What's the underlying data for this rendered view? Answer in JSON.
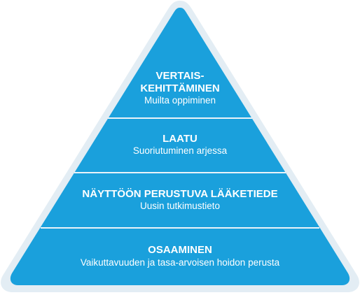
{
  "colors": {
    "outline": "#e3edf4",
    "fill": "#1aa0dc",
    "divider": "#e9f3f9",
    "text": "#ffffff"
  },
  "pyramid": {
    "levels": [
      {
        "title_line1": "VERTAIS-",
        "title_line2": "KEHITTÄMINEN",
        "subtitle": "Muilta oppiminen"
      },
      {
        "title": "LAATU",
        "subtitle": "Suoriutuminen arjessa"
      },
      {
        "title": "NÄYTTÖÖN PERUSTUVA LÄÄKETIEDE",
        "subtitle": "Uusin tutkimustieto"
      },
      {
        "title": "OSAAMINEN",
        "subtitle": "Vaikuttavuuden ja tasa-arvoisen hoidon perusta"
      }
    ]
  }
}
